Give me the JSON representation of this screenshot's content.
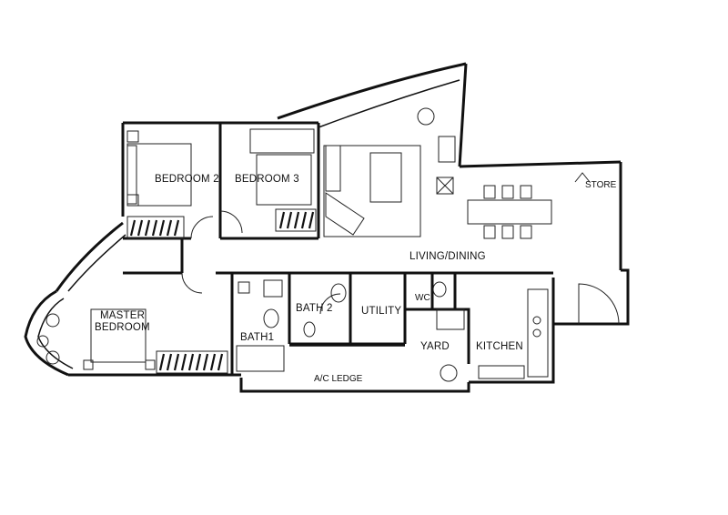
{
  "rooms": {
    "bedroom2": "BEDROOM 2",
    "bedroom3": "BEDROOM 3",
    "living_dining": "LIVING/DINING",
    "store": "STORE",
    "master_bedroom_line1": "MASTER",
    "master_bedroom_line2": "BEDROOM",
    "bath2": "BATH 2",
    "utility": "UTILITY",
    "wc": "WC",
    "bath1": "BATH1",
    "yard": "YARD",
    "kitchen": "KITCHEN",
    "ac_ledge": "A/C LEDGE"
  }
}
